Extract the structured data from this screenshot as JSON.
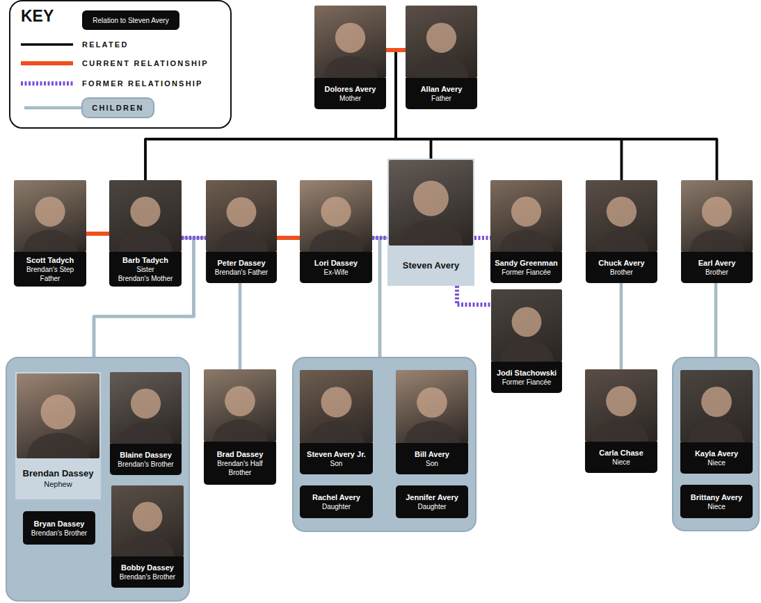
{
  "diagram": {
    "nodes": [
      {
        "text": [
          "Dolores Avery",
          "Mother"
        ]
      },
      {
        "text": [
          "Allan Avery",
          "Father"
        ]
      },
      {
        "text": [
          "Scott Tadych",
          "Brendan's Step Father"
        ]
      },
      {
        "text": [
          "Barb Tadych",
          "Sister",
          "Brendan's Mother"
        ]
      },
      {
        "text": [
          "Peter Dassey",
          "Brendan's Father"
        ]
      },
      {
        "text": [
          "Lori Dassey",
          "Ex-Wife"
        ]
      },
      {
        "text": [
          "Steven Avery"
        ]
      },
      {
        "text": [
          "Sandy Greenman",
          "Former Fiancée"
        ]
      },
      {
        "text": [
          "Chuck Avery",
          "Brother"
        ]
      },
      {
        "text": [
          "Earl Avery",
          "Brother"
        ]
      },
      {
        "text": [
          "Jodi Stachowski",
          "Former Fiancée"
        ]
      },
      {
        "text": []
      },
      {
        "text": [
          "Brendan Dassey",
          "Nephew"
        ],
        "in": 11
      },
      {
        "text": [
          "Blaine Dassey",
          "Brendan's Brother"
        ],
        "in": 11
      },
      {
        "text": [
          "Bryan Dassey",
          "Brendan's Brother"
        ],
        "in": 11
      },
      {
        "text": [
          "Bobby Dassey",
          "Brendan's Brother"
        ],
        "in": 11
      },
      {
        "text": [
          "Brad Dassey",
          "Brendan's Half Brother"
        ]
      },
      {
        "text": []
      },
      {
        "text": [
          "Steven Avery Jr.",
          "Son"
        ],
        "in": 17
      },
      {
        "text": [
          "Bill Avery",
          "Son"
        ],
        "in": 17
      },
      {
        "text": [
          "Rachel Avery",
          "Daughter"
        ],
        "in": 17
      },
      {
        "text": [
          "Jennifer Avery",
          "Daughter"
        ],
        "in": 17
      },
      {
        "text": [
          "Carla Chase",
          "Niece"
        ]
      },
      {
        "text": []
      },
      {
        "text": [
          "Kayla Avery",
          "Niece"
        ],
        "in": 23
      },
      {
        "text": [
          "Brittany Avery",
          "Niece"
        ],
        "in": 23
      }
    ],
    "edges": [
      {
        "from": 0,
        "to": 1,
        "arrow": "none"
      },
      {
        "from": 0,
        "to": 3,
        "arrow": "none"
      },
      {
        "from": 0,
        "to": 6,
        "arrow": "none"
      },
      {
        "from": 0,
        "to": 8,
        "arrow": "none"
      },
      {
        "from": 0,
        "to": 9,
        "arrow": "none"
      },
      {
        "from": 1,
        "to": 3,
        "arrow": "none"
      },
      {
        "from": 1,
        "to": 6,
        "arrow": "none"
      },
      {
        "from": 1,
        "to": 8,
        "arrow": "none"
      },
      {
        "from": 1,
        "to": 9,
        "arrow": "none"
      },
      {
        "from": 2,
        "to": 3,
        "arrow": "none"
      },
      {
        "from": 3,
        "to": 4,
        "arrow": "none"
      },
      {
        "from": 4,
        "to": 5,
        "arrow": "none"
      },
      {
        "from": 5,
        "to": 6,
        "arrow": "none"
      },
      {
        "from": 6,
        "to": 7,
        "arrow": "none"
      },
      {
        "from": 6,
        "to": 10,
        "arrow": "none"
      },
      {
        "from": 3,
        "to": 11,
        "arrow": "none"
      },
      {
        "from": 4,
        "to": 11,
        "arrow": "none"
      },
      {
        "from": 4,
        "to": 16,
        "arrow": "none"
      },
      {
        "from": 5,
        "to": 17,
        "arrow": "none"
      },
      {
        "from": 6,
        "to": 17,
        "arrow": "none"
      },
      {
        "from": 8,
        "to": 22,
        "arrow": "none"
      },
      {
        "from": 9,
        "to": 23,
        "arrow": "none"
      }
    ],
    "labels": [
      "KEY"
    ],
    "legend": [
      {
        "text": "Relation to Steven Avery"
      },
      {
        "text": "RELATED"
      },
      {
        "text": "CURRENT RELATIONSHIP"
      },
      {
        "text": "FORMER RELATIONSHIP"
      },
      {
        "text": "CHILDREN"
      }
    ]
  }
}
